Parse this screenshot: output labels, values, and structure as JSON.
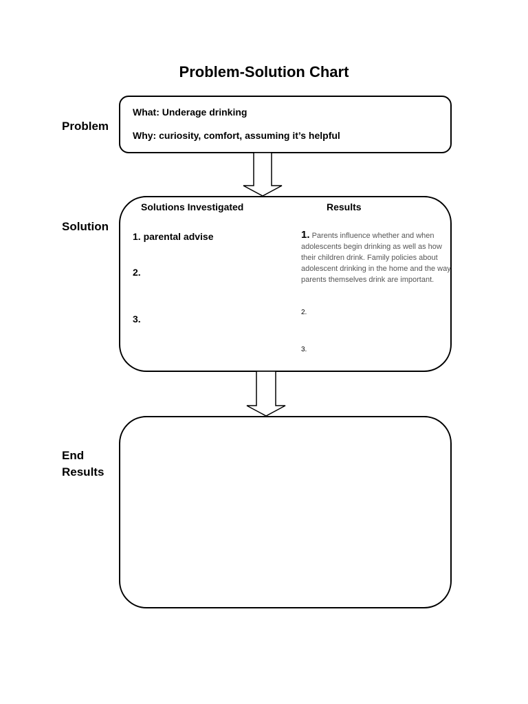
{
  "title": "Problem-Solution Chart",
  "labels": {
    "problem": "Problem",
    "solution": "Solution",
    "end_line1": "End",
    "end_line2": "Results"
  },
  "problem": {
    "what": "What: Underage drinking",
    "why": "Why: curiosity, comfort, assuming it’s helpful"
  },
  "solution": {
    "col_solutions": "Solutions Investigated",
    "col_results": "Results",
    "solutions": [
      "1. parental advise",
      "2.",
      "3."
    ],
    "results": [
      {
        "num": "1.",
        "text": "Parents influence whether and when adolescents begin drinking as well as how their children drink. Family policies about adolescent drinking in the home and the way parents themselves drink are important."
      },
      {
        "num": "2.",
        "text": ""
      },
      {
        "num": "3.",
        "text": ""
      }
    ]
  },
  "end_results": ""
}
